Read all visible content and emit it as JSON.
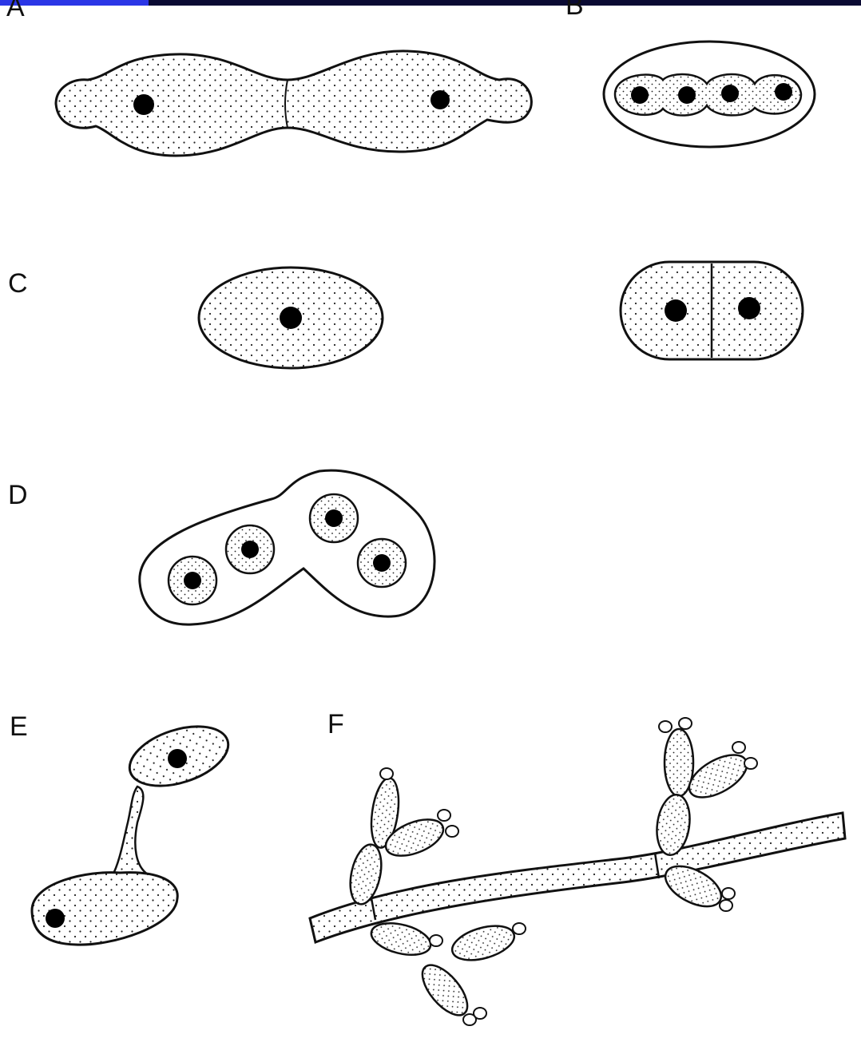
{
  "labels": {
    "a": "A",
    "b": "B",
    "c": "C",
    "d": "D",
    "e": "E",
    "f": "F"
  },
  "colors": {
    "top_bar": "#0a0a33",
    "top_bar_accent": "#2b36e6",
    "outline": "#111111",
    "stipple": "#222222",
    "nucleus": "#000000",
    "background": "#ffffff"
  }
}
